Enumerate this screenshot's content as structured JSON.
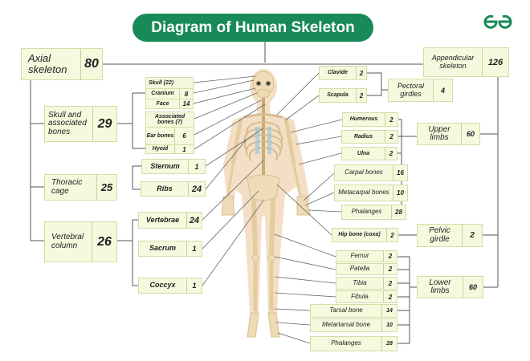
{
  "title": "Diagram of Human Skeleton",
  "logo": "GeeksforGeeks",
  "colors": {
    "brand_green": "#178a57",
    "box_fill": "#f6f9de",
    "box_border": "#d3dda6",
    "line": "#555555",
    "bone": "#e9d6b0",
    "body": "#f3dcc0"
  },
  "axial": {
    "label": "Axial skeleton",
    "value": "80"
  },
  "skull_assoc": {
    "label": "Skull and associated bones",
    "value": "29"
  },
  "thoracic": {
    "label": "Thoracic cage",
    "value": "25"
  },
  "vertebral": {
    "label": "Vertebral column",
    "value": "26"
  },
  "skull": {
    "header": "Skull (22)",
    "cranium": "Cranium",
    "cranium_n": "8",
    "face": "Face",
    "face_n": "14"
  },
  "assoc": {
    "header": "Associated bones (7)",
    "ear": "Ear bones",
    "ear_n": "6",
    "hyoid": "Hyoid",
    "hyoid_n": "1"
  },
  "sternum": {
    "label": "Sternum",
    "value": "1"
  },
  "ribs": {
    "label": "Ribs",
    "value": "24"
  },
  "vertebrae": {
    "label": "Vertebrae",
    "value": "24"
  },
  "sacrum": {
    "label": "Sacrum",
    "value": "1"
  },
  "coccyx": {
    "label": "Coccyx",
    "value": "1"
  },
  "appendicular": {
    "label": "Appendicular skeleton",
    "value": "126"
  },
  "clavide": {
    "label": "Clavide",
    "value": "2"
  },
  "scapula": {
    "label": "Scapula",
    "value": "2"
  },
  "pectoral": {
    "label": "Pectoral girdles",
    "value": "4"
  },
  "humerous": {
    "label": "Humerous",
    "value": "2"
  },
  "radius": {
    "label": "Radius",
    "value": "2"
  },
  "ulna": {
    "label": "Ulna",
    "value": "2"
  },
  "upper": {
    "label": "Upper limbs",
    "value": "60"
  },
  "carpal": {
    "label": "Carpal bones",
    "value": "16"
  },
  "metacarpal": {
    "label": "Metacarpal bones",
    "value": "10"
  },
  "phalanges_hand": {
    "label": "Phalanges",
    "value": "28"
  },
  "hip": {
    "label": "Hip bone (coxa)",
    "value": "2"
  },
  "pelvic": {
    "label": "Pelvic girdle",
    "value": "2"
  },
  "femur": {
    "label": "Femur",
    "value": "2"
  },
  "patella": {
    "label": "Patella",
    "value": "2"
  },
  "tibia": {
    "label": "Tibia",
    "value": "2"
  },
  "fibula": {
    "label": "Fibula",
    "value": "2"
  },
  "lower": {
    "label": "Lower limbs",
    "value": "60"
  },
  "tarsal": {
    "label": "Tarsal bone",
    "value": "14"
  },
  "metatarsal": {
    "label": "Metartarsal bone",
    "value": "10"
  },
  "phalanges_foot": {
    "label": "Phalanges",
    "value": "28"
  }
}
